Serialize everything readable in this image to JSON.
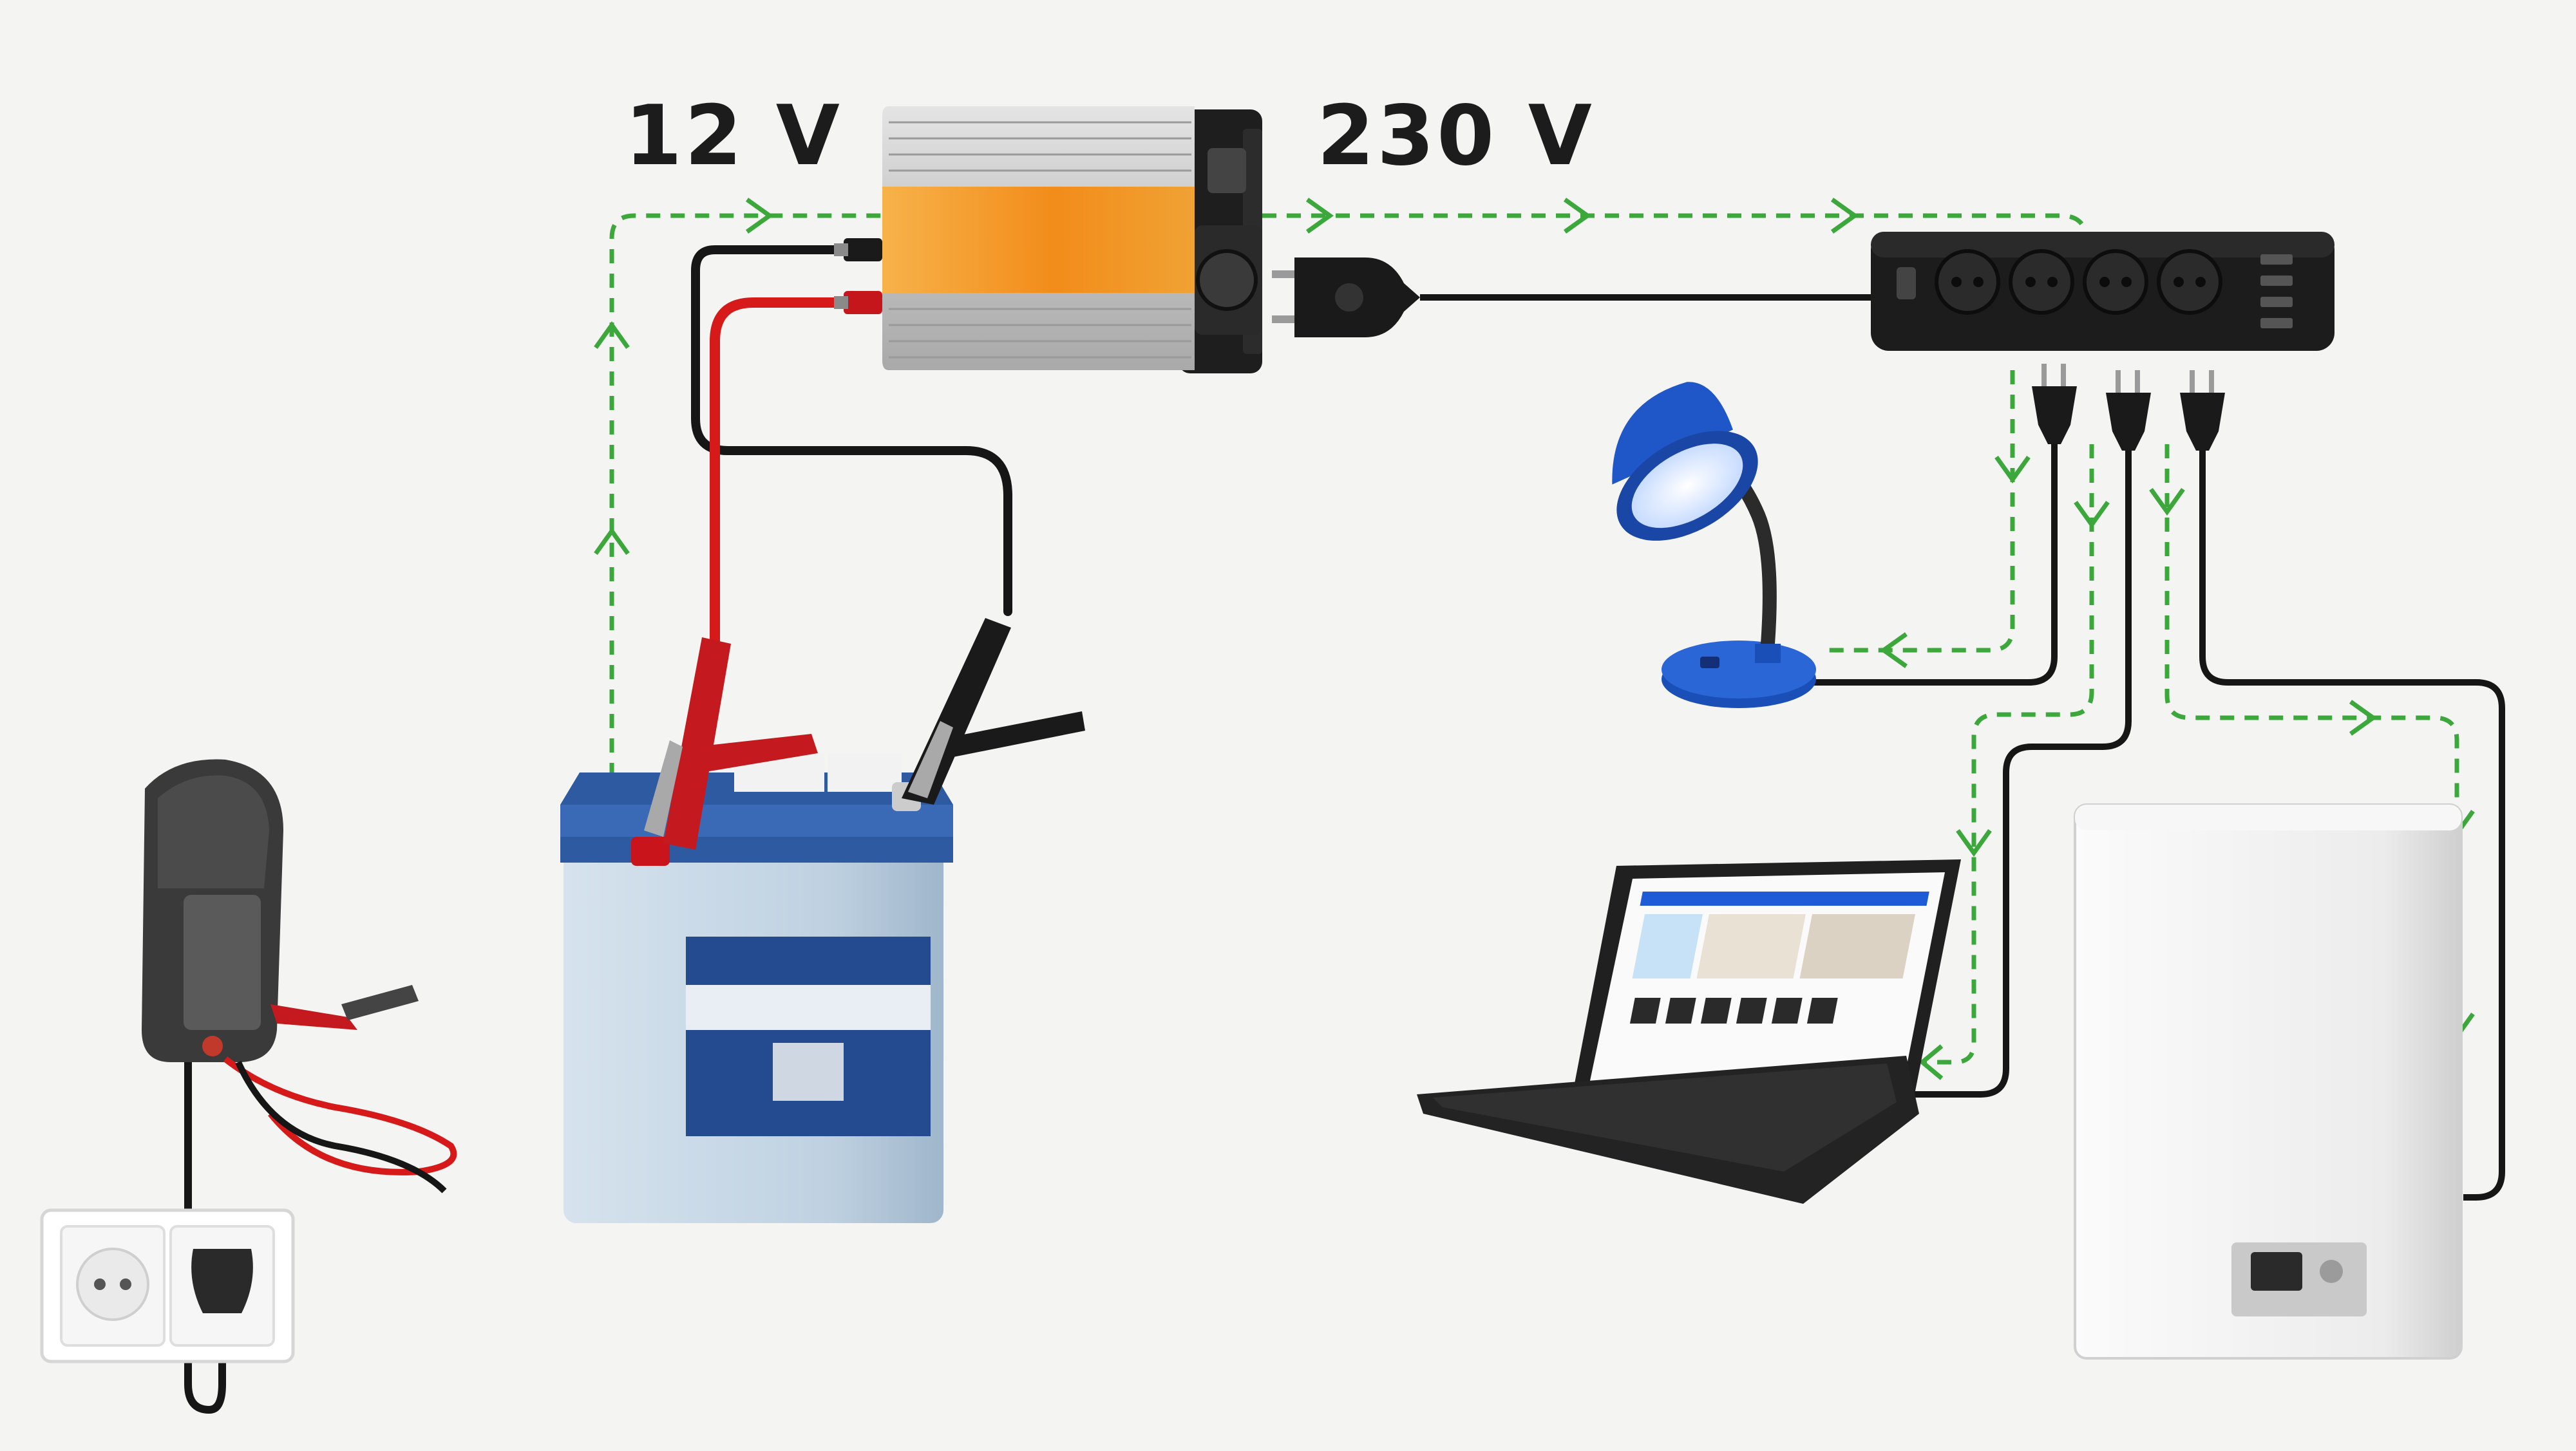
{
  "labels": {
    "input_voltage": "12 V",
    "output_voltage": "230 V"
  },
  "colors": {
    "flow_arrow": "#3ca83c",
    "cable": "#161616",
    "positive_cable": "#d61a1a",
    "inverter_stripe": "#f39a1a",
    "battery_top": "#2d5aa0",
    "battery_body": "#c9d9e6",
    "lamp": "#1f57c9"
  },
  "devices": [
    {
      "name": "battery-charger",
      "icon": "charger"
    },
    {
      "name": "wall-socket",
      "icon": "socket"
    },
    {
      "name": "car-battery",
      "icon": "battery"
    },
    {
      "name": "power-inverter",
      "icon": "inverter"
    },
    {
      "name": "power-strip",
      "icon": "extension-cord"
    },
    {
      "name": "desk-lamp",
      "icon": "lamp"
    },
    {
      "name": "laptop",
      "icon": "laptop"
    },
    {
      "name": "gas-boiler",
      "icon": "boiler"
    }
  ]
}
